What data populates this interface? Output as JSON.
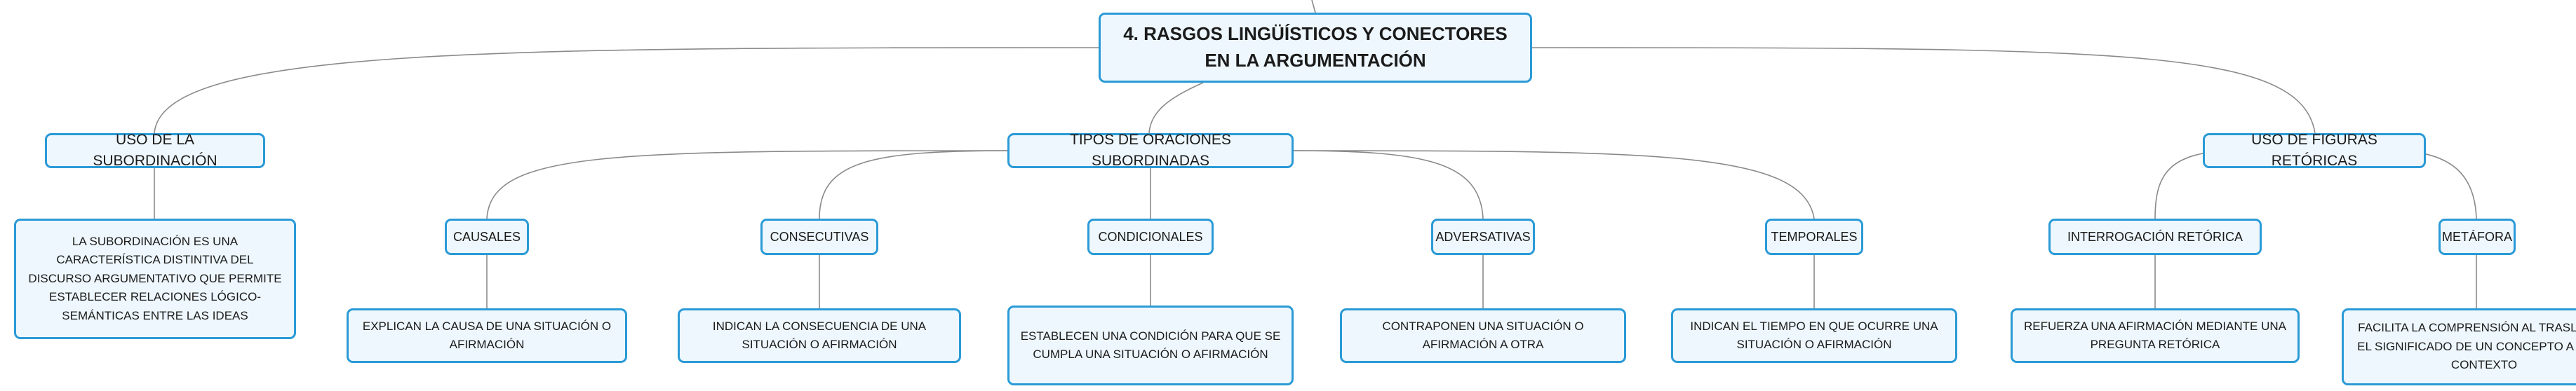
{
  "map": {
    "central": {
      "title": "4. RASGOS LINGÜÍSTICOS Y CONECTORES EN LA ARGUMENTACIÓN"
    },
    "subordinacion": {
      "title": "USO DE LA SUBORDINACIÓN",
      "note": "LA SUBORDINACIÓN ES UNA CARACTERÍSTICA DISTINTIVA DEL DISCURSO ARGUMENTATIVO QUE PERMITE ESTABLECER RELACIONES LÓGICO-SEMÁNTICAS ENTRE LAS IDEAS"
    },
    "tipos": {
      "title": "TIPOS DE ORACIONES SUBORDINADAS",
      "items": [
        {
          "title": "CAUSALES",
          "note": "EXPLICAN LA CAUSA DE UNA SITUACIÓN O AFIRMACIÓN"
        },
        {
          "title": "CONSECUTIVAS",
          "note": "INDICAN LA CONSECUENCIA DE UNA SITUACIÓN O AFIRMACIÓN"
        },
        {
          "title": "CONDICIONALES",
          "note": "ESTABLECEN UNA CONDICIÓN PARA QUE SE CUMPLA UNA SITUACIÓN O AFIRMACIÓN"
        },
        {
          "title": "ADVERSATIVAS",
          "note": "CONTRAPONEN UNA SITUACIÓN O AFIRMACIÓN A OTRA"
        },
        {
          "title": "TEMPORALES",
          "note": "INDICAN EL TIEMPO EN QUE OCURRE UNA SITUACIÓN O AFIRMACIÓN"
        }
      ]
    },
    "figuras": {
      "title": "USO DE FIGURAS RETÓRICAS",
      "items": [
        {
          "title": "INTERROGACIÓN RETÓRICA",
          "note": "REFUERZA UNA AFIRMACIÓN MEDIANTE UNA PREGUNTA RETÓRICA"
        },
        {
          "title": "METÁFORA",
          "note": "FACILITA LA COMPRENSIÓN AL TRASLADAR EL SIGNIFICADO DE UN CONCEPTO A OTRO CONTEXTO"
        }
      ]
    }
  },
  "colors": {
    "border": "#2a9ad6",
    "fill": "#eef7fd",
    "connector": "#8a8a8a"
  }
}
